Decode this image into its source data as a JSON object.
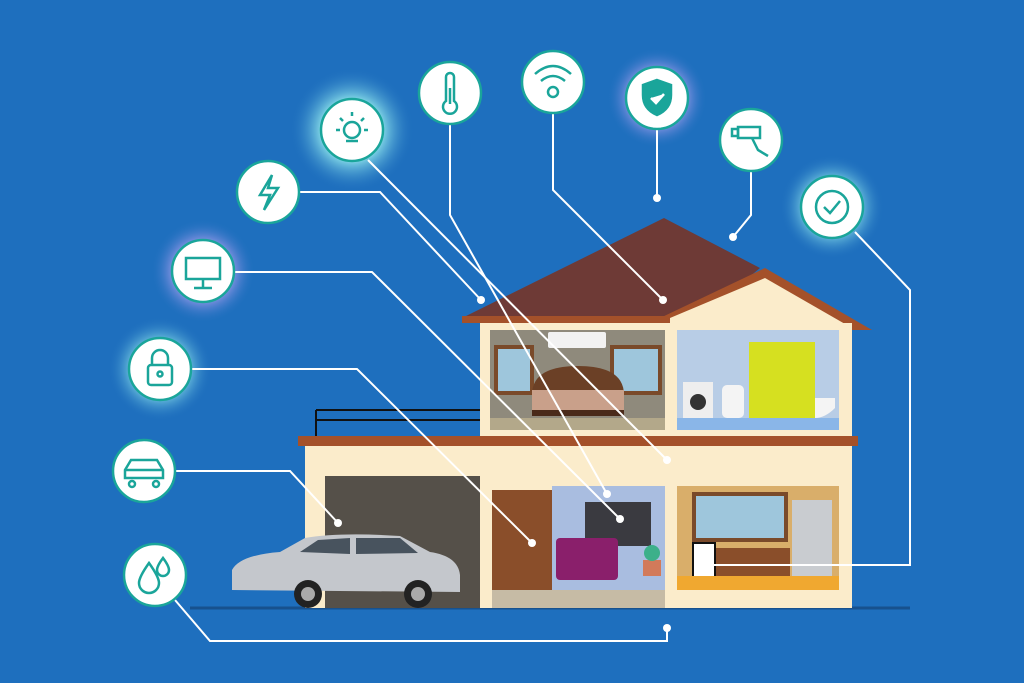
{
  "colors": {
    "background": "#1e6fbe",
    "icon_ring": "#1aa59a",
    "icon_fill": "#ffffff",
    "connector": "#ffffff",
    "wall": "#fbeccb",
    "roof": "#6e3a36",
    "trim": "#a4512a",
    "glow_cyan": "#7ff0f0",
    "glow_purple": "#c9a0ff"
  },
  "icons": [
    {
      "name": "light-bulb-icon",
      "glow": "cyan"
    },
    {
      "name": "lightning-icon",
      "glow": "none"
    },
    {
      "name": "thermometer-icon",
      "glow": "none"
    },
    {
      "name": "wifi-icon",
      "glow": "none"
    },
    {
      "name": "shield-icon",
      "glow": "purple"
    },
    {
      "name": "security-camera-icon",
      "glow": "none"
    },
    {
      "name": "clock-icon",
      "glow": "cyan"
    },
    {
      "name": "monitor-icon",
      "glow": "purple"
    },
    {
      "name": "lock-icon",
      "glow": "cyan"
    },
    {
      "name": "car-icon",
      "glow": "none"
    },
    {
      "name": "water-drops-icon",
      "glow": "none"
    }
  ],
  "rooms": [
    "bedroom",
    "bathroom",
    "garage",
    "entrance",
    "living-room",
    "kitchen"
  ]
}
